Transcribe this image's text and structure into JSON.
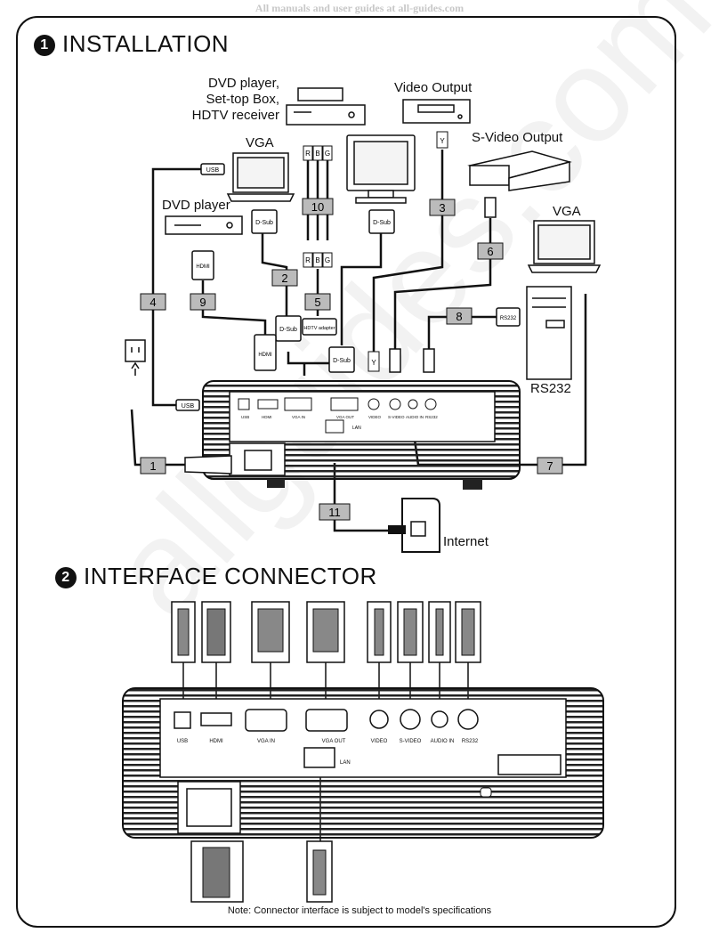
{
  "header_note": "All manuals and user guides at all-guides.com",
  "section1": {
    "number": "1",
    "title": "INSTALLATION"
  },
  "section2": {
    "number": "2",
    "title": "INTERFACE CONNECTOR"
  },
  "devices": {
    "dvd_settop": [
      "DVD player,",
      "Set-top Box,",
      "HDTV receiver"
    ],
    "video_output": "Video Output",
    "svideo_output": "S-Video Output",
    "vga_left": "VGA",
    "vga_right": "VGA",
    "dvd_player": "DVD player",
    "rs232": "RS232",
    "internet": "Internet"
  },
  "plug_labels": {
    "usb": "USB",
    "dsub": "D-Sub",
    "hdmi": "HDMI",
    "hdtv_adapter": "HDTV adapter",
    "rca_r": "R",
    "rca_b": "B",
    "rca_g": "G",
    "rca_y": "Y",
    "rs232": "RS232"
  },
  "cables": [
    "1",
    "2",
    "3",
    "4",
    "5",
    "6",
    "7",
    "8",
    "9",
    "10",
    "11"
  ],
  "ports": [
    "USB",
    "HDMI",
    "VGA IN",
    "VGA OUT",
    "VIDEO",
    "S-VIDEO",
    "AUDIO IN",
    "RS232"
  ],
  "lan_label": "LAN",
  "watermark": "allguides.com",
  "footnote": "Note: Connector interface is subject to model's specifications"
}
